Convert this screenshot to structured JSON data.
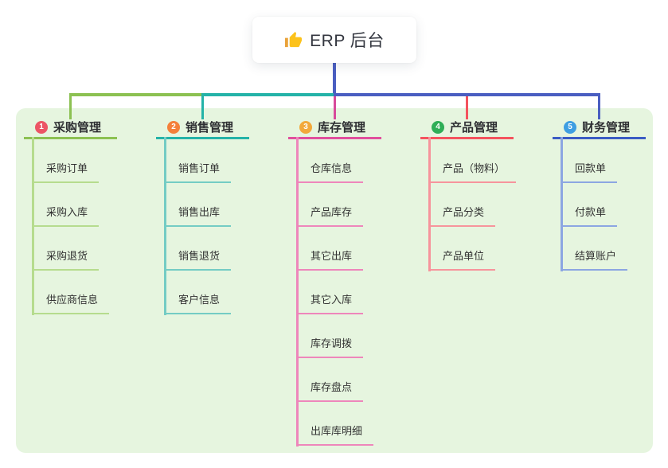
{
  "root": {
    "title": "ERP 后台",
    "icon": "thumbs-up-icon"
  },
  "colors": {
    "root_line": "#4a5ec1",
    "bus_left": "#8cc152",
    "bus_mid": "#24b3a8",
    "bus_right": "#4a5ec1",
    "panel_bg": "#e6f5df",
    "drop_1": "#8cc152",
    "drop_2": "#24b3a8",
    "drop_3": "#d84a9b",
    "drop_4": "#f4535e",
    "drop_5": "#4a5ec1"
  },
  "branches": [
    {
      "index": "1",
      "label": "采购管理",
      "color": "#8cc152",
      "badge_color": "#ec5565",
      "child_color": "#b6dc8e",
      "children": [
        "采购订单",
        "采购入库",
        "采购退货",
        "供应商信息"
      ]
    },
    {
      "index": "2",
      "label": "销售管理",
      "color": "#24b3a8",
      "badge_color": "#f4803a",
      "child_color": "#74ccc4",
      "children": [
        "销售订单",
        "销售出库",
        "销售退货",
        "客户信息"
      ]
    },
    {
      "index": "3",
      "label": "库存管理",
      "color": "#e0509d",
      "badge_color": "#f2a93b",
      "child_color": "#ee86bb",
      "children": [
        "仓库信息",
        "产品库存",
        "其它出库",
        "其它入库",
        "库存调拨",
        "库存盘点",
        "出库库明细"
      ]
    },
    {
      "index": "4",
      "label": "产品管理",
      "color": "#f4535e",
      "badge_color": "#2fae57",
      "child_color": "#f7949c",
      "children": [
        "产品（物料）",
        "产品分类",
        "产品单位"
      ]
    },
    {
      "index": "5",
      "label": "财务管理",
      "color": "#3b5cc4",
      "badge_color": "#3e9ee2",
      "child_color": "#8ca6e2",
      "children": [
        "回款单",
        "付款单",
        "结算账户"
      ]
    }
  ]
}
